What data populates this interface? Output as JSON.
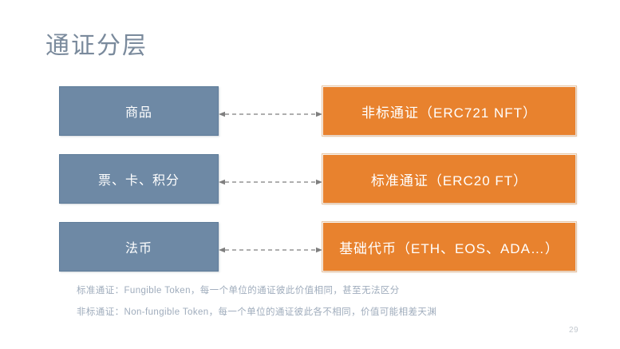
{
  "slide": {
    "title": "通证分层",
    "page_number": "29",
    "colors": {
      "title_text": "#7a8a9c",
      "left_box_fill": "#6e89a5",
      "right_box_fill": "#e8822e",
      "box_text": "#ffffff",
      "connector": "#7f7f7f",
      "footnote_text": "#9facbc",
      "background": "#ffffff"
    },
    "rows": [
      {
        "left_label": "商品",
        "right_label": "非标通证（ERC721 NFT）",
        "connector_icon": "double-arrow-dashed-icon"
      },
      {
        "left_label": "票、卡、积分",
        "right_label": "标准通证（ERC20 FT）",
        "connector_icon": "double-arrow-dashed-icon"
      },
      {
        "left_label": "法币",
        "right_label": "基础代币（ETH、EOS、ADA…）",
        "connector_icon": "double-arrow-dashed-icon"
      }
    ],
    "footnotes": [
      "标准通证：Fungible Token，每一个单位的通证彼此价值相同，甚至无法区分",
      "非标通证：Non-fungible Token，每一个单位的通证彼此各不相同，价值可能相差天渊"
    ]
  }
}
